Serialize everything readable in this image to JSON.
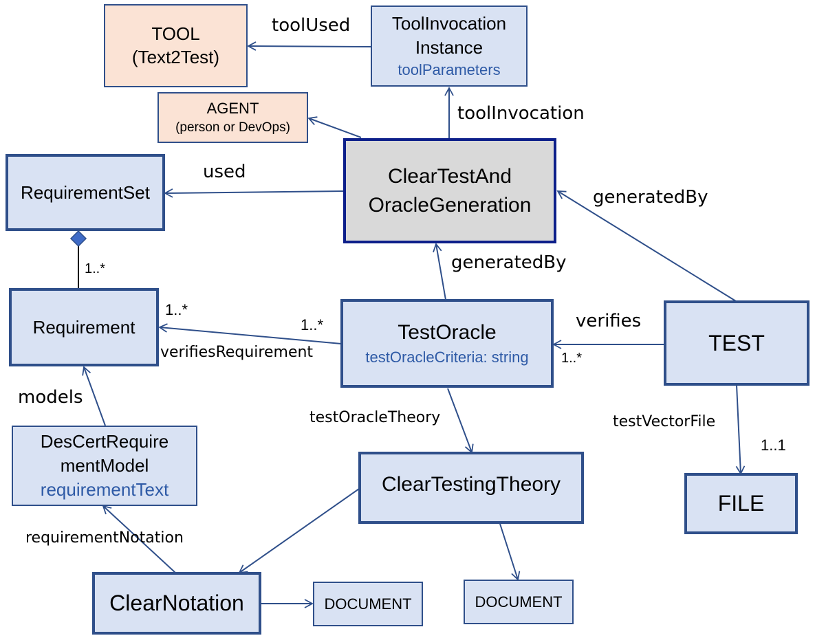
{
  "nodes": {
    "tool": {
      "line1": "TOOL",
      "line2": "(Text2Test)"
    },
    "tool_invocation": {
      "line1": "ToolInvocation",
      "line2": "Instance",
      "attr": "toolParameters"
    },
    "agent": {
      "line1": "AGENT",
      "line2": "(person or DevOps)"
    },
    "clear_test_gen": {
      "line1": "ClearTestAnd",
      "line2": "OracleGeneration"
    },
    "requirement_set": {
      "label": "RequirementSet"
    },
    "requirement": {
      "label": "Requirement"
    },
    "test_oracle": {
      "label": "TestOracle",
      "attr": "testOracleCriteria: string"
    },
    "test": {
      "label": "TEST"
    },
    "descert_model": {
      "line1": "DesCertRequire",
      "line2": "mentModel",
      "attr": "requirementText"
    },
    "clear_testing_theory": {
      "label": "ClearTestingTheory"
    },
    "file": {
      "label": "FILE"
    },
    "clear_notation": {
      "label": "ClearNotation"
    },
    "document_1": {
      "label": "DOCUMENT"
    },
    "document_2": {
      "label": "DOCUMENT"
    }
  },
  "edges": {
    "tool_used": "toolUsed",
    "tool_invocation": "toolInvocation",
    "used": "used",
    "generated_by_test": "generatedBy",
    "composition_mult": "1..*",
    "generated_by_oracle": "generatedBy",
    "req_mult_left": "1..*",
    "req_mult_right": "1..*",
    "verifies_requirement": "verifiesRequirement",
    "verifies": "verifies",
    "verifies_mult": "1..*",
    "models": "models",
    "test_oracle_theory": "testOracleTheory",
    "test_vector_file": "testVectorFile",
    "file_mult": "1..1",
    "requirement_notation": "requirementNotation"
  },
  "colors": {
    "box_fill": "#d9e2f3",
    "box_border": "#2f4f8a",
    "peach_fill": "#fbe3d5",
    "activity_fill": "#d9d9d9",
    "activity_border": "#0d1f8a",
    "attribute_text": "#2e5aa6"
  }
}
